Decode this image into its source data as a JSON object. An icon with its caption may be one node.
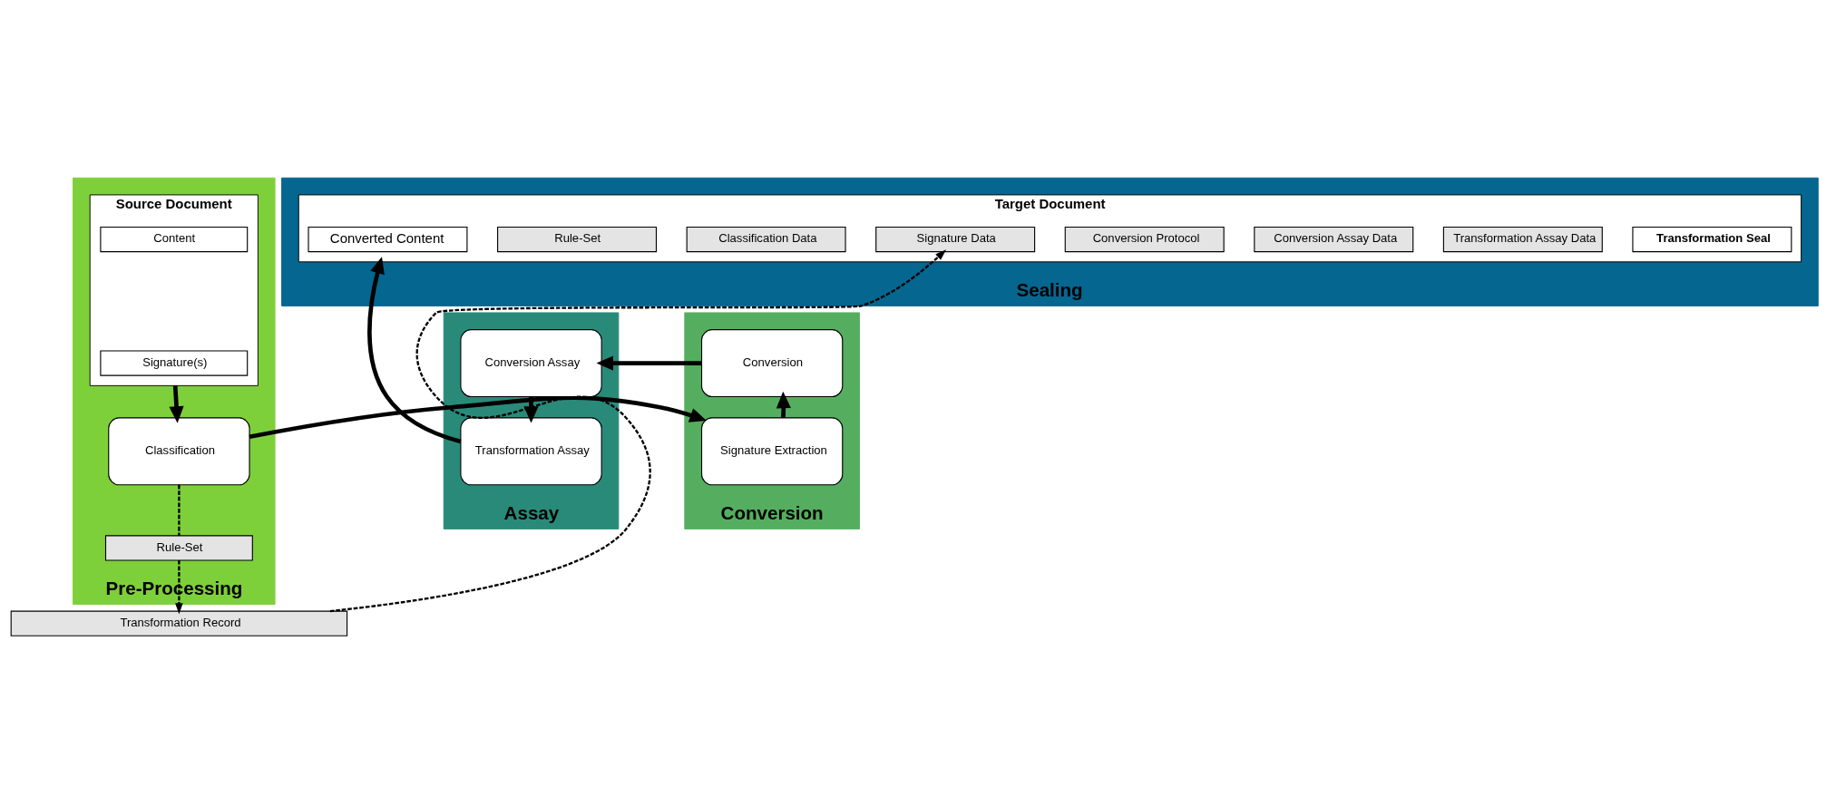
{
  "diagram": {
    "nodes": [
      {
        "text": [
          "Pre-Processing"
        ]
      },
      {
        "text": [
          "Source Document"
        ],
        "in": 0
      },
      {
        "text": [
          "Content"
        ],
        "in": 1
      },
      {
        "text": [
          "Signature(s)"
        ],
        "in": 1
      },
      {
        "text": [
          "Classification"
        ],
        "in": 0
      },
      {
        "text": [
          "Rule-Set"
        ],
        "in": 0
      },
      {
        "text": [
          "Conversion"
        ]
      },
      {
        "text": [
          "Conversion"
        ],
        "in": 6
      },
      {
        "text": [
          "Signature Extraction"
        ],
        "in": 6
      },
      {
        "text": [
          "Assay"
        ]
      },
      {
        "text": [
          "Conversion Assay"
        ],
        "in": 9
      },
      {
        "text": [
          "Transformation Assay"
        ],
        "in": 9
      },
      {
        "text": [
          "Transformation Record"
        ]
      },
      {
        "text": [
          "Sealing"
        ]
      },
      {
        "text": [
          "Target Document"
        ],
        "in": 13
      },
      {
        "text": [
          "Converted Content"
        ],
        "in": 14
      },
      {
        "text": [
          "Rule-Set"
        ],
        "in": 14
      },
      {
        "text": [
          "Classification Data"
        ],
        "in": 14
      },
      {
        "text": [
          "Signature Data"
        ],
        "in": 14
      },
      {
        "text": [
          "Conversion Protocol"
        ],
        "in": 14
      },
      {
        "text": [
          "Conversion Assay Data"
        ],
        "in": 14
      },
      {
        "text": [
          "Transformation Assay Data"
        ],
        "in": 14
      },
      {
        "text": [
          "Transformation Seal"
        ],
        "in": 14
      }
    ],
    "edges": [
      {
        "from": 1,
        "to": 4,
        "arrow": "to"
      },
      {
        "from": 4,
        "to": 8,
        "arrow": "to"
      },
      {
        "from": 8,
        "to": 7,
        "arrow": "to"
      },
      {
        "from": 7,
        "to": 10,
        "arrow": "to"
      },
      {
        "from": 10,
        "to": 11,
        "arrow": "to"
      },
      {
        "from": 11,
        "to": 14,
        "arrow": "to"
      },
      {
        "from": 4,
        "to": 5,
        "arrow": "none",
        "style": "dashed"
      },
      {
        "from": 5,
        "to": 12,
        "arrow": "to",
        "style": "dashed"
      },
      {
        "from": 12,
        "to": 18,
        "arrow": "to",
        "style": "dashed"
      }
    ]
  }
}
